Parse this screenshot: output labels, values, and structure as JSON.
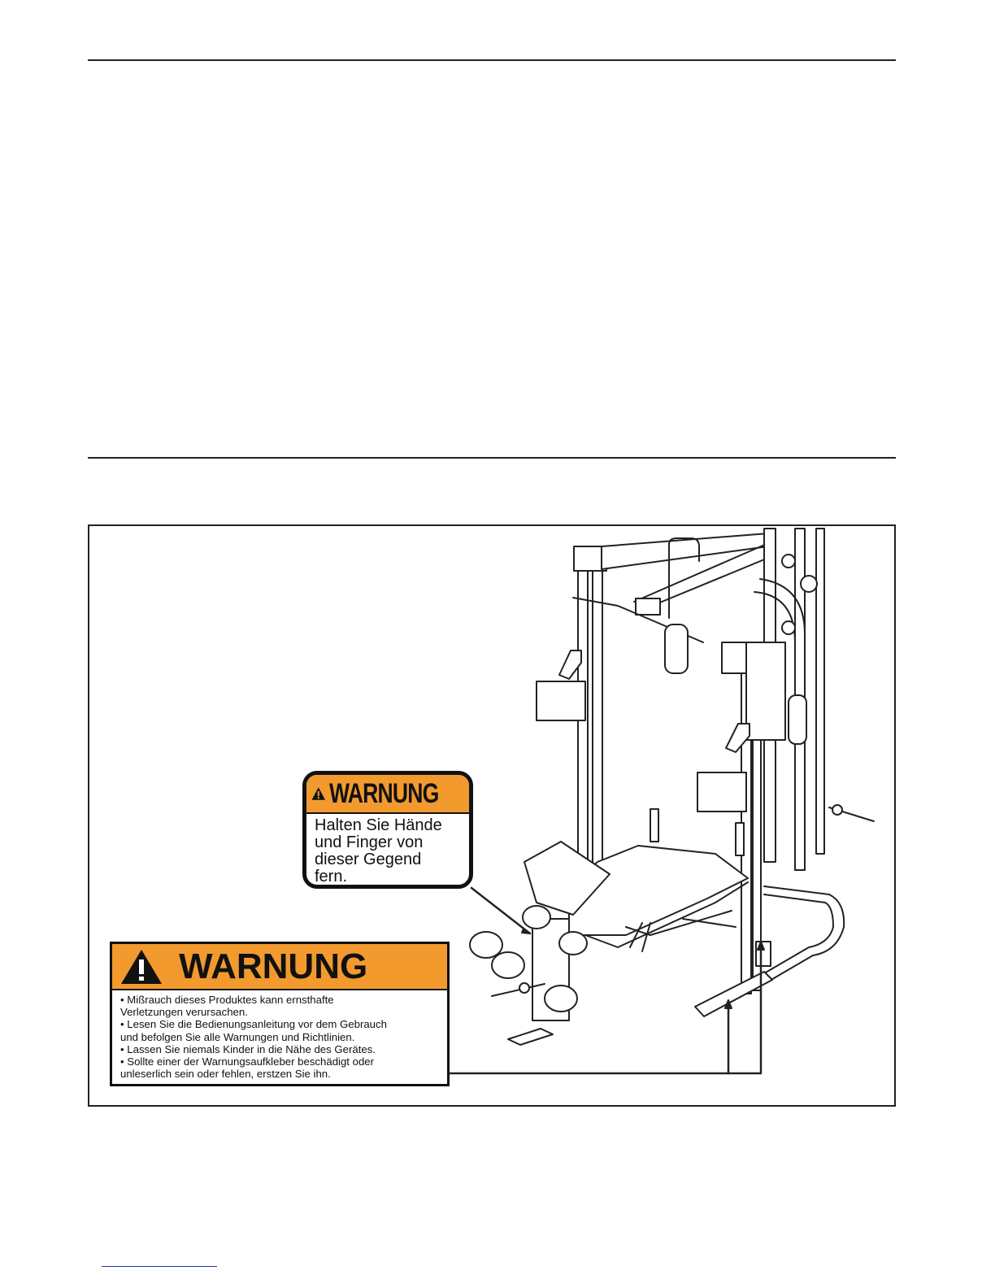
{
  "decal_small": {
    "title": "WARNUNG",
    "lines": [
      "Halten Sie Hände",
      "und Finger von",
      "dieser Gegend",
      "fern."
    ]
  },
  "decal_large": {
    "title": "WARNUNG",
    "bullets": [
      [
        "• Mißrauch dieses Produktes kann ernsthafte",
        "Verletzungen verursachen."
      ],
      [
        "• Lesen Sie die Bedienungsanleitung vor dem Gebrauch",
        "und befolgen Sie alle Warnungen und Richtlinien."
      ],
      [
        "• Lassen Sie niemals Kinder in die Nähe des Gerätes."
      ],
      [
        "• Sollte einer der Warnungsaufkleber beschädigt oder",
        "unleserlich sein oder fehlen, erstzen Sie ihn."
      ]
    ]
  },
  "colors": {
    "warning_orange": "#f29a2e",
    "line": "#222222"
  },
  "icons": [
    "warning-triangle-icon"
  ]
}
